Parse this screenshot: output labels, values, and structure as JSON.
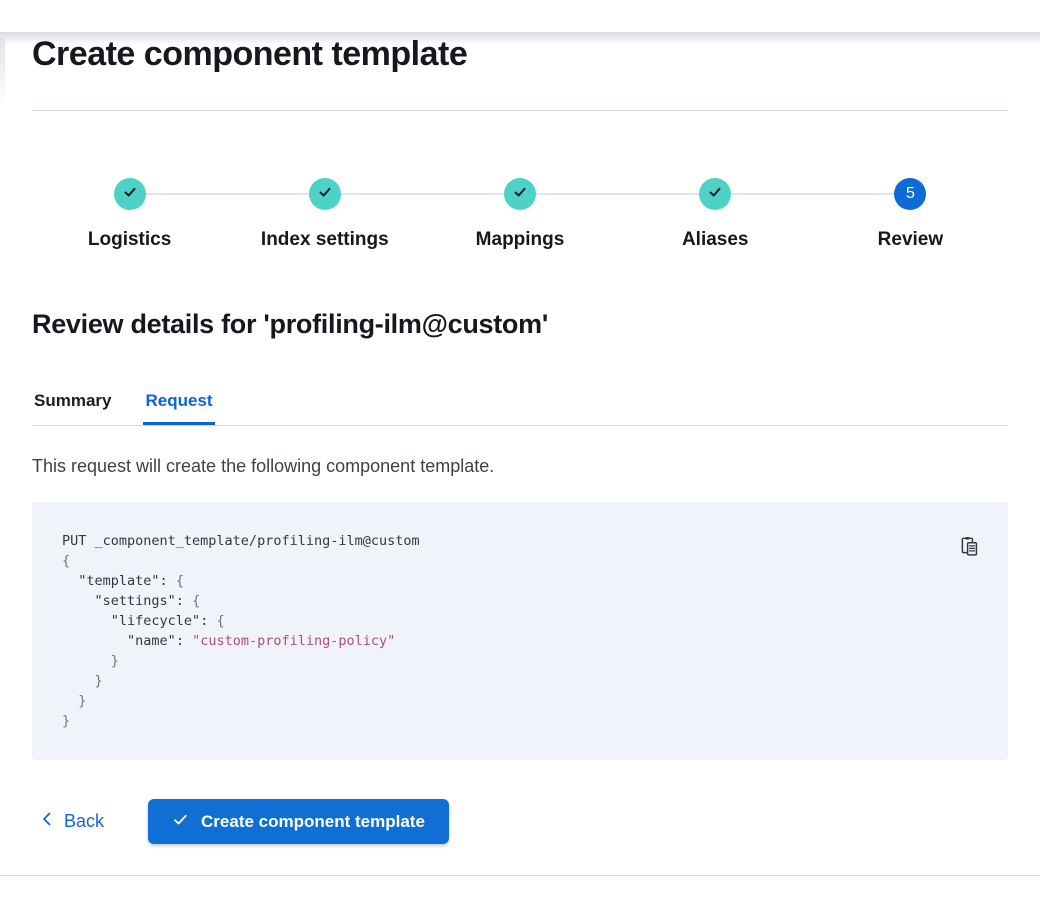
{
  "page": {
    "title": "Create component template"
  },
  "stepper": {
    "steps": [
      {
        "label": "Logistics",
        "status": "complete"
      },
      {
        "label": "Index settings",
        "status": "complete"
      },
      {
        "label": "Mappings",
        "status": "complete"
      },
      {
        "label": "Aliases",
        "status": "complete"
      },
      {
        "label": "Review",
        "status": "current",
        "number": "5"
      }
    ]
  },
  "review": {
    "heading": "Review details for 'profiling-ilm@custom'"
  },
  "tabs": [
    {
      "label": "Summary",
      "active": false
    },
    {
      "label": "Request",
      "active": true
    }
  ],
  "request_tab": {
    "description": "This request will create the following component template."
  },
  "code": {
    "copy_icon": "copy-clipboard-icon",
    "lines": [
      [
        {
          "text": "PUT _component_template/profiling-ilm@custom",
          "type": "plain"
        }
      ],
      [
        {
          "text": "{",
          "type": "brace"
        }
      ],
      [
        {
          "text": "  ",
          "type": "plain"
        },
        {
          "text": "\"template\"",
          "type": "key"
        },
        {
          "text": ": ",
          "type": "plain"
        },
        {
          "text": "{",
          "type": "brace"
        }
      ],
      [
        {
          "text": "    ",
          "type": "plain"
        },
        {
          "text": "\"settings\"",
          "type": "key"
        },
        {
          "text": ": ",
          "type": "plain"
        },
        {
          "text": "{",
          "type": "brace"
        }
      ],
      [
        {
          "text": "      ",
          "type": "plain"
        },
        {
          "text": "\"lifecycle\"",
          "type": "key"
        },
        {
          "text": ": ",
          "type": "plain"
        },
        {
          "text": "{",
          "type": "brace"
        }
      ],
      [
        {
          "text": "        ",
          "type": "plain"
        },
        {
          "text": "\"name\"",
          "type": "key"
        },
        {
          "text": ": ",
          "type": "plain"
        },
        {
          "text": "\"custom-profiling-policy\"",
          "type": "string"
        }
      ],
      [
        {
          "text": "      }",
          "type": "brace"
        }
      ],
      [
        {
          "text": "    }",
          "type": "brace"
        }
      ],
      [
        {
          "text": "  }",
          "type": "brace"
        }
      ],
      [
        {
          "text": "}",
          "type": "brace"
        }
      ]
    ]
  },
  "footer": {
    "back_label": "Back",
    "submit_label": "Create component template"
  },
  "colors": {
    "step_complete": "#4dd2c5",
    "step_current": "#0e6bd6",
    "primary_button": "#0f6fd4",
    "active_tab": "#0b64d8",
    "link": "#1565d8",
    "code_background": "#f0f4fa",
    "code_string": "#ad4e78",
    "divider": "#d6dbe5"
  }
}
